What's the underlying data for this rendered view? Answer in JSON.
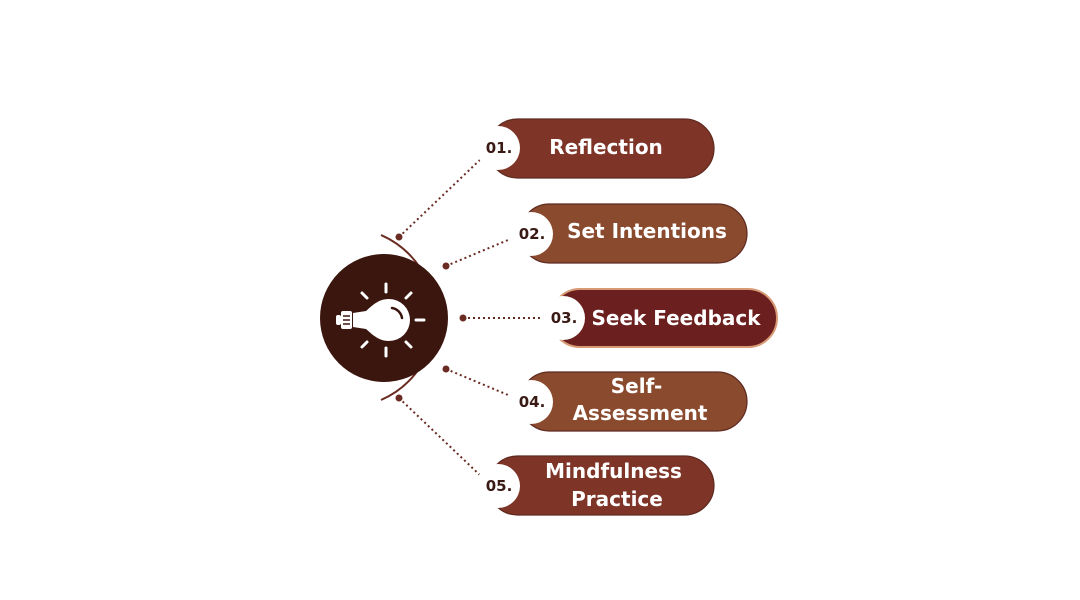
{
  "colors": {
    "dark_red": "#7e3426",
    "brown": "#8a4a2e",
    "deep_red": "#6b1f1f",
    "hub": "#3b160f",
    "connector": "#6a2b22",
    "active_outline": "#d89a74"
  },
  "hub": {
    "icon": "lightbulb-icon"
  },
  "steps": [
    {
      "number": "01.",
      "label_lines": [
        "Reflection"
      ]
    },
    {
      "number": "02.",
      "label_lines": [
        "Set Intentions"
      ]
    },
    {
      "number": "03.",
      "label_lines": [
        "Seek Feedback"
      ]
    },
    {
      "number": "04.",
      "label_lines": [
        "Self-",
        "Assessment"
      ]
    },
    {
      "number": "05.",
      "label_lines": [
        "Mindfulness",
        "Practice"
      ]
    }
  ]
}
